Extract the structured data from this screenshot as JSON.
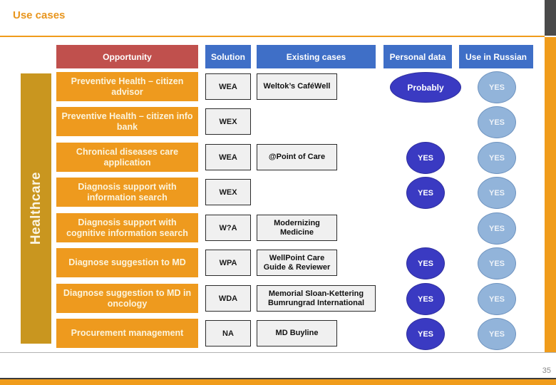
{
  "page": {
    "title": "Use cases",
    "page_number": "35",
    "category_label": "Healthcare"
  },
  "table": {
    "headers": {
      "opportunity": "Opportunity",
      "solution": "Solution",
      "existing_cases": "Existing cases",
      "personal_data": "Personal data",
      "use_in_russian": "Use in Russian"
    },
    "rows": [
      {
        "opportunity": "Preventive Health – citizen advisor",
        "solution": "WEA",
        "existing_case": "Weltok’s CaféWell",
        "personal_data": "Probably",
        "use_in_russian": "YES"
      },
      {
        "opportunity": "Preventive Health – citizen info bank",
        "solution": "WEX",
        "existing_case": "",
        "personal_data": "",
        "use_in_russian": "YES"
      },
      {
        "opportunity": "Chronical diseases care application",
        "solution": "WEA",
        "existing_case": "@Point of Care",
        "personal_data": "YES",
        "use_in_russian": "YES"
      },
      {
        "opportunity": "Diagnosis support with information search",
        "solution": "WEX",
        "existing_case": "",
        "personal_data": "YES",
        "use_in_russian": "YES"
      },
      {
        "opportunity": "Diagnosis support with cognitive information search",
        "solution": "W?A",
        "existing_case": "Modernizing Medicine",
        "personal_data": "",
        "use_in_russian": "YES"
      },
      {
        "opportunity": "Diagnose suggestion to MD",
        "solution": "WPA",
        "existing_case": "WellPoint Care Guide & Reviewer",
        "personal_data": "YES",
        "use_in_russian": "YES"
      },
      {
        "opportunity": "Diagnose suggestion to MD in oncology",
        "solution": "WDA",
        "existing_case": "Memorial Sloan-Kettering Bumrungrad International",
        "personal_data": "YES",
        "use_in_russian": "YES"
      },
      {
        "opportunity": "Procurement management",
        "solution": "NA",
        "existing_case": "MD Buyline",
        "personal_data": "YES",
        "use_in_russian": "YES"
      }
    ]
  },
  "colors": {
    "accent_orange": "#EE9A1E",
    "bar_gold": "#C9961F",
    "header_red": "#C0504D",
    "header_blue": "#3F6FC7",
    "ellipse_dark_blue": "#3A3AC2",
    "ellipse_light_blue": "#92B4DA"
  }
}
